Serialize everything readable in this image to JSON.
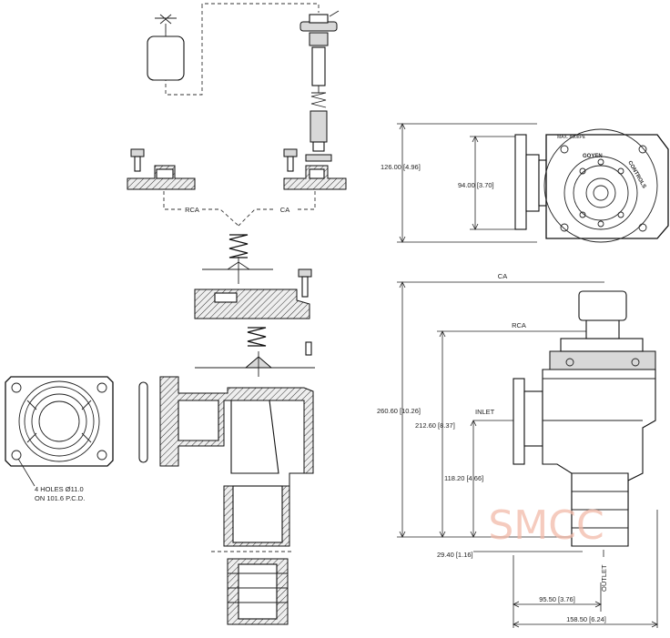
{
  "exploded_view": {
    "label_rca": "RCA",
    "label_ca": "CA"
  },
  "port_view": {
    "holes_line1": "4 HOLES Ø11.0",
    "holes_line2": "ON 101.6 P.C.D."
  },
  "top_view": {
    "dim_height": "126.00 [4.96]",
    "dim_inner": "94.00 [3.70]",
    "badge_text_1": "GOYEN",
    "badge_text_2": "CONTROLS",
    "badge_text_3": "MAX. 860kPa"
  },
  "side_view": {
    "dim_ca": "CA",
    "dim_rca": "RCA",
    "dim_total": "260.60 [10.26]",
    "dim_212": "212.60 [8.37]",
    "dim_inlet": "118.20 [4.66]",
    "dim_outlet": "29.40 [1.16]",
    "dim_9550": "95.50 [3.76]",
    "dim_15850": "158.50 [6.24]",
    "label_inlet": "INLET",
    "label_outlet": "OUTLET"
  },
  "watermark": "SMCC"
}
